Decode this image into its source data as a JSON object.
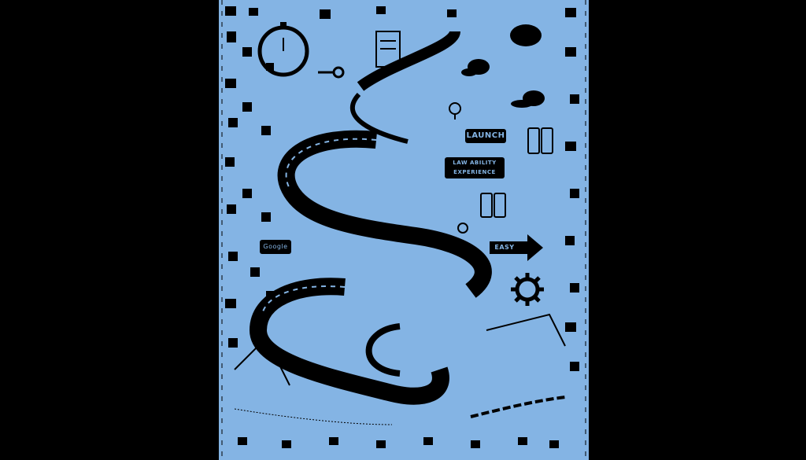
{
  "image": {
    "description": "Illustrated roadmap with winding road on a light blue background",
    "background_color": "#84b4e4",
    "ink_color": "#000000",
    "frame_color": "#000000"
  },
  "labels": {
    "launch": "LAUNCH",
    "experience": "LAW ABILITY EXPERIENCE",
    "experience_line1": "LAW ABILITY",
    "experience_line2": "EXPERIENCE",
    "easy": "EASY",
    "google": "Google"
  },
  "icons": [
    "stopwatch-icon",
    "key-icon",
    "document-icon",
    "cloud-icon",
    "lightbulb-icon",
    "phone-icon",
    "arrow-right-icon",
    "gear-icon",
    "location-pin-icon"
  ]
}
